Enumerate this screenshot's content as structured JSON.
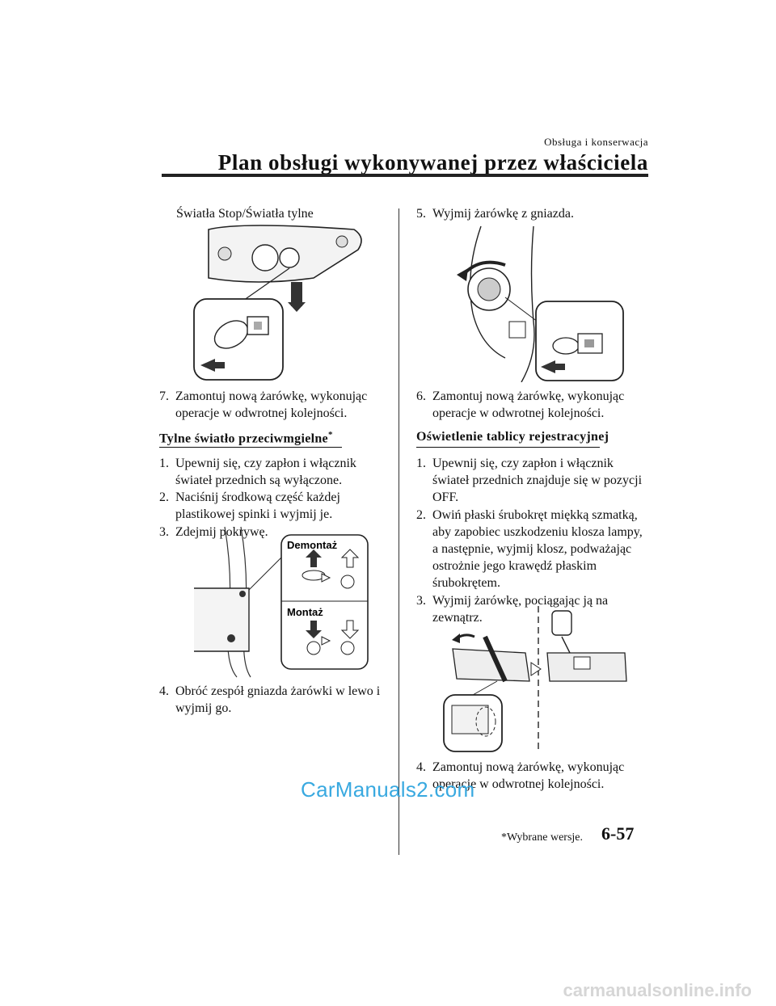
{
  "header": {
    "section": "Obsługa i konserwacja",
    "title": "Plan obsługi wykonywanej przez właściciela"
  },
  "left": {
    "subheading": "Światła Stop/Światła tylne",
    "step7": {
      "num": "7.",
      "text": "Zamontuj nową żarówkę, wykonując operacje w odwrotnej kolejności."
    },
    "fog_heading": "Tylne światło przeciwmgielne",
    "fog_star": "*",
    "fog_steps": [
      {
        "num": "1.",
        "text": "Upewnij się, czy zapłon i włącznik świateł przednich są wyłączone."
      },
      {
        "num": "2.",
        "text": "Naciśnij środkową część każdej plastikowej spinki i wyjmij je."
      },
      {
        "num": "3.",
        "text": "Zdejmij pokrywę."
      }
    ],
    "fig_labels": {
      "removal": "Demontaż",
      "install": "Montaż"
    },
    "step4": {
      "num": "4.",
      "text": "Obróć zespół gniazda żarówki w lewo i wyjmij go."
    }
  },
  "right": {
    "step5": {
      "num": "5.",
      "text": "Wyjmij żarówkę z gniazda."
    },
    "step6": {
      "num": "6.",
      "text": "Zamontuj nową żarówkę, wykonując operacje w odwrotnej kolejności."
    },
    "plate_heading": "Oświetlenie tablicy rejestracyjnej",
    "plate_steps": [
      {
        "num": "1.",
        "text": "Upewnij się, czy zapłon i włącznik świateł przednich znajduje się w pozycji OFF."
      },
      {
        "num": "2.",
        "text": "Owiń płaski śrubokręt miękką szmatką, aby zapobiec uszkodzeniu klosza lampy, a następnie, wyjmij klosz, podważając ostrożnie jego krawędź płaskim śrubokrętem."
      },
      {
        "num": "3.",
        "text": "Wyjmij żarówkę, pociągając ją na zewnątrz."
      }
    ],
    "step4b": {
      "num": "4.",
      "text": "Zamontuj nową żarówkę, wykonując operacje w odwrotnej kolejności."
    }
  },
  "footer": {
    "footnote": "*Wybrane wersje.",
    "page": "6-57",
    "watermark": "CarManuals2.com",
    "watermark2": "carmanualsonline.info"
  }
}
